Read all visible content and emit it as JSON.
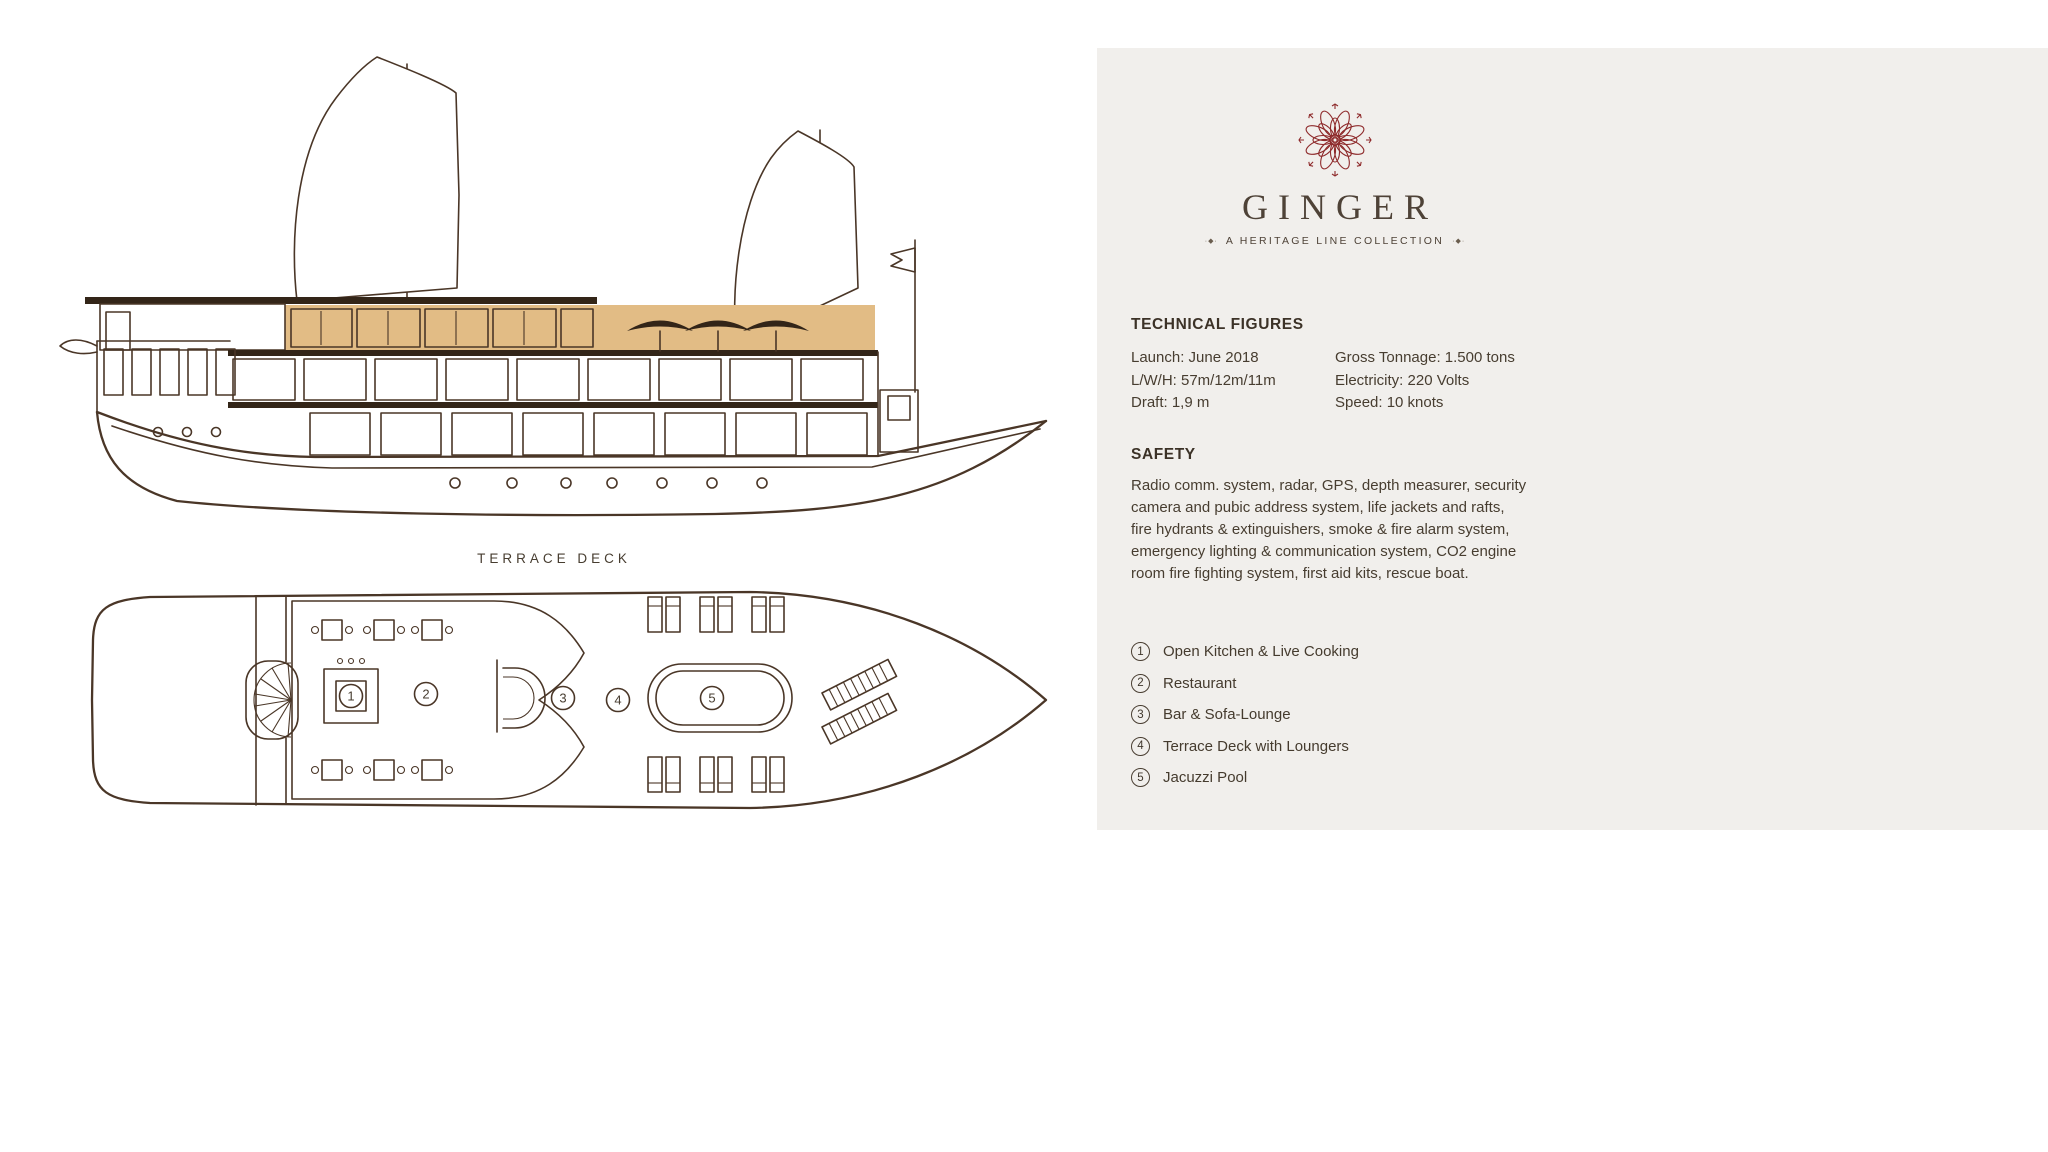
{
  "brand": {
    "name": "GINGER",
    "tagline": "A HERITAGE LINE COLLECTION",
    "ornament": "·◆·"
  },
  "technical": {
    "heading": "TECHNICAL FIGURES",
    "col1": [
      "Launch: June 2018",
      "L/W/H: 57m/12m/11m",
      "Draft: 1,9 m"
    ],
    "col2": [
      "Gross Tonnage: 1.500 tons",
      "Electricity: 220 Volts",
      "Speed: 10 knots"
    ]
  },
  "safety": {
    "heading": "SAFETY",
    "text": "Radio comm. system, radar, GPS, depth measurer, security camera and pubic address system, life jackets and rafts, fire hydrants & extinguishers, smoke & fire alarm system, emergency lighting & communication system, CO2 engine room fire fighting system, first aid kits, rescue boat."
  },
  "legend": [
    {
      "num": "1",
      "label": "Open Kitchen & Live Cooking"
    },
    {
      "num": "2",
      "label": "Restaurant"
    },
    {
      "num": "3",
      "label": "Bar & Sofa-Lounge"
    },
    {
      "num": "4",
      "label": "Terrace Deck with Loungers"
    },
    {
      "num": "5",
      "label": "Jacuzzi Pool"
    }
  ],
  "deck": {
    "label": "TERRACE DECK",
    "markers": [
      "1",
      "2",
      "3",
      "4",
      "5"
    ]
  },
  "colors": {
    "line": "#4a3627",
    "dark": "#332518",
    "tan": "#e2bc85",
    "panel": "#f1efec",
    "logo": "#8e2a2b",
    "text": "#473d30"
  }
}
